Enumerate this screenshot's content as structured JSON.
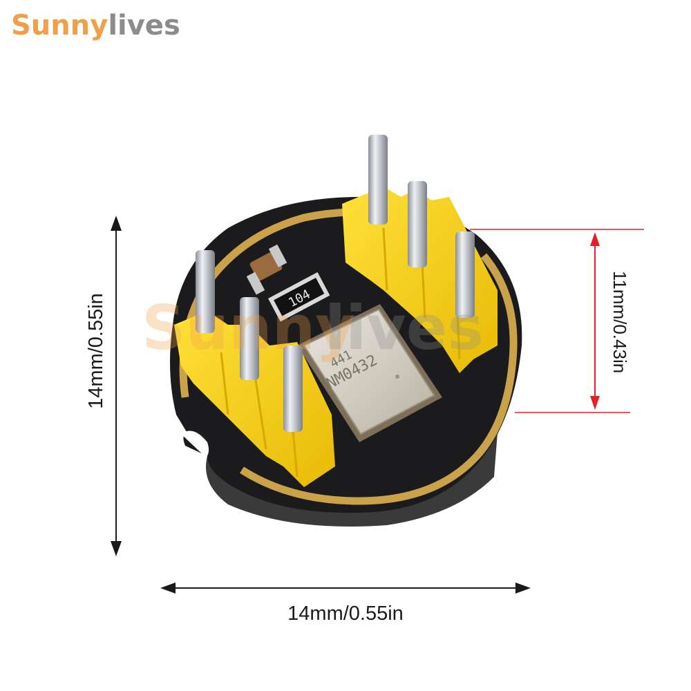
{
  "brand": {
    "part1": "Sunny",
    "part2": "lives",
    "color_part1": "#f0a04b",
    "color_part2": "#8c8c8c"
  },
  "watermark": {
    "part1": "Sunny",
    "part2": "lives"
  },
  "dimensions": {
    "height_label": "14mm/0.55in",
    "width_label": "14mm/0.55in",
    "pin_height_label": "11mm/0.43in",
    "pin_line_color": "#e41f26",
    "arrow_color": "#1a1a1a"
  },
  "component": {
    "mic_marking_line1": "441",
    "mic_marking_line2": "NM0432",
    "resistor_marking": "104",
    "board_color": "#1b1b1d",
    "ring_color": "#c9a24a",
    "header_color": "#f2cc14",
    "pin_count": 6
  }
}
